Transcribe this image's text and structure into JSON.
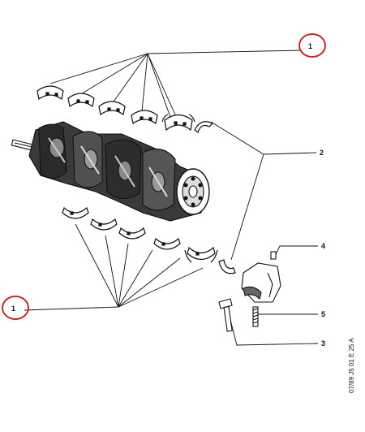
{
  "diagram": {
    "callouts": {
      "top_right": "1",
      "label_2": "2",
      "label_4": "4",
      "label_5": "5",
      "label_3": "3",
      "left_bottom": "1"
    },
    "reference_code": "07/89  J5  01  E  25 A",
    "highlight_color": "#c62828",
    "line_color": "#111111"
  }
}
